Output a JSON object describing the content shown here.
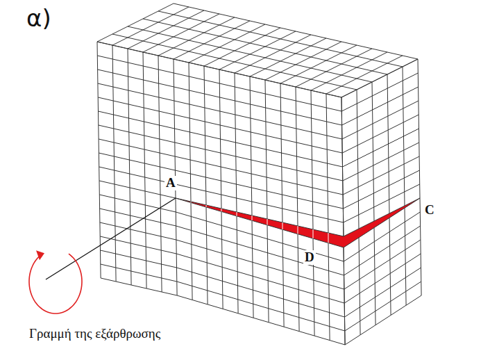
{
  "diagram": {
    "labels": [
      "α)",
      "A",
      "C",
      "D",
      "Γραμμή της εξάρθρωσης"
    ]
  }
}
